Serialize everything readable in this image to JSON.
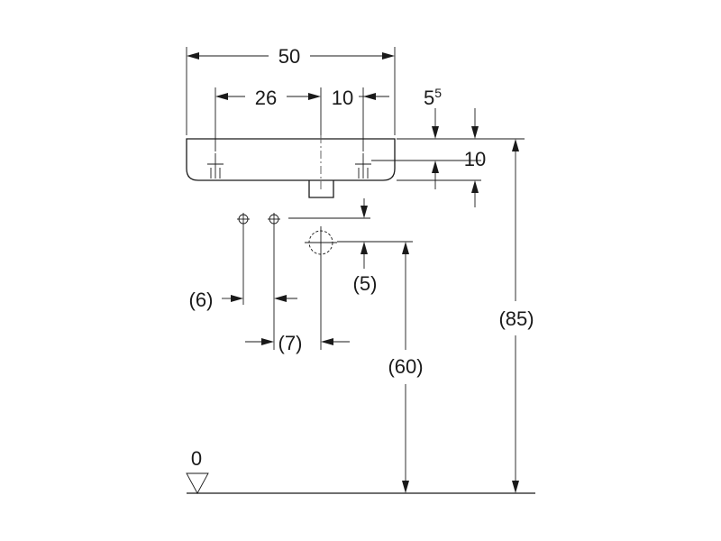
{
  "dimensions": {
    "width_total": "50",
    "tap_offset": "26",
    "tap_center": "10",
    "rim_gap_base": "5",
    "rim_gap_sup": "5",
    "rim_height": "10",
    "drain_offset": "(5)",
    "supply_left": "(6)",
    "supply_right": "(7)",
    "drain_height": "(60)",
    "rim_floor_height": "(85)",
    "floor_level": "0"
  }
}
